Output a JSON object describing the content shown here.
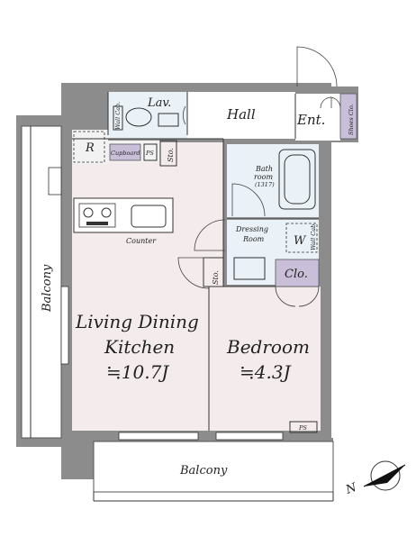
{
  "rooms": {
    "lav": "Lav.",
    "hall": "Hall",
    "ent": "Ent.",
    "shoes_clo": "Shoes Clo.",
    "wall_cab_top": "Wall Cab.",
    "r": "R",
    "cupboard": "Cupboard",
    "ps_top": "PS",
    "sto_top": "Sto.",
    "bath_line1": "Bath",
    "bath_line2": "room",
    "bath_size": "(1317)",
    "counter": "Counter",
    "dressing_line1": "Dressing",
    "dressing_line2": "Room",
    "w": "W",
    "wall_cab_right": "Wall Cab.",
    "sto_mid": "Sto.",
    "clo": "Clo.",
    "balcony_left": "Balcony",
    "ldk_line1": "Living Dining",
    "ldk_line2": "Kitchen",
    "ldk_size": "≒10.7J",
    "bedroom": "Bedroom",
    "bedroom_size": "≒4.3J",
    "ps_bottom": "PS",
    "balcony_bottom": "Balcony",
    "north": "N"
  }
}
